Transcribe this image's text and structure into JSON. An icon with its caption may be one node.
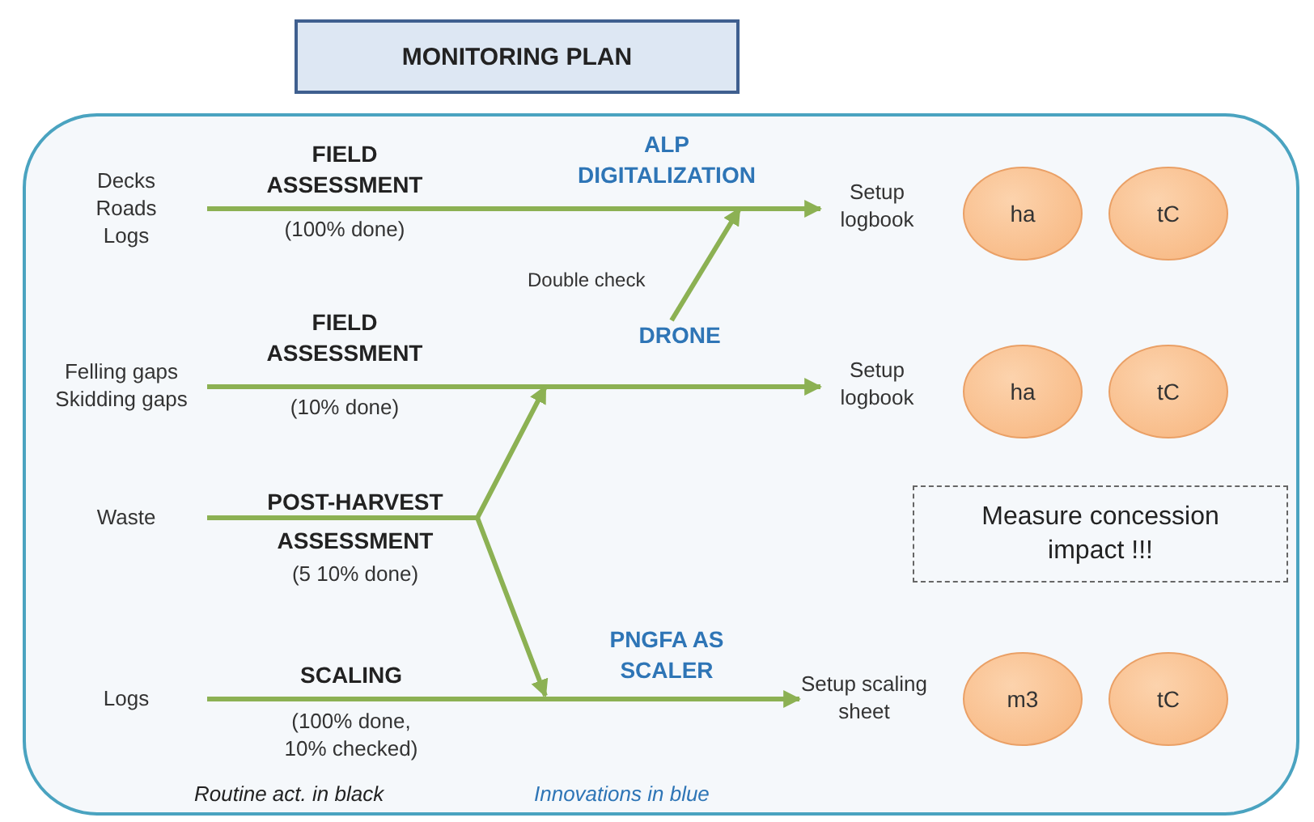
{
  "diagram": {
    "nodes": [
      {
        "text": [
          "MONITORING PLAN"
        ]
      },
      {
        "text": [],
        "shape": "box"
      },
      {
        "text": [
          "Decks Roads Logs"
        ],
        "in": 1
      },
      {
        "text": [
          "FIELD ASSESSMENT",
          "(100% done)"
        ],
        "in": 1
      },
      {
        "text": [
          "ALP DIGITALIZATION"
        ],
        "in": 1
      },
      {
        "text": [
          "Setup logbook"
        ],
        "in": 1
      },
      {
        "text": [
          "ha"
        ],
        "in": 1
      },
      {
        "text": [
          "tC"
        ],
        "in": 1
      },
      {
        "text": [
          "Felling gaps Skidding gaps"
        ],
        "in": 1
      },
      {
        "text": [
          "FIELD ASSESSMENT",
          "(10% done)"
        ],
        "in": 1
      },
      {
        "text": [
          "DRONE"
        ],
        "in": 1
      },
      {
        "text": [
          "Setup logbook"
        ],
        "in": 1
      },
      {
        "text": [
          "ha"
        ],
        "in": 1
      },
      {
        "text": [
          "tC"
        ],
        "in": 1
      },
      {
        "text": [
          "Waste"
        ],
        "in": 1
      },
      {
        "text": [
          "POST-HARVEST ASSESSMENT",
          "(5 10% done)"
        ],
        "in": 1
      },
      {
        "text": [
          "Measure concession impact !!!"
        ],
        "in": 1
      },
      {
        "text": [
          "Logs"
        ],
        "in": 1
      },
      {
        "text": [
          "SCALING",
          "(100% done, 10% checked)"
        ],
        "in": 1
      },
      {
        "text": [
          "PNGFA AS SCALER"
        ],
        "in": 1
      },
      {
        "text": [
          "Setup scaling sheet"
        ],
        "in": 1
      },
      {
        "text": [
          "m3"
        ],
        "in": 1
      },
      {
        "text": [
          "tC"
        ],
        "in": 1
      }
    ],
    "edges": [
      {
        "from": 2,
        "to": 5,
        "arrow": "to"
      },
      {
        "from": 8,
        "to": 11,
        "arrow": "to"
      },
      {
        "from": 10,
        "to": 4,
        "arrow": "to",
        "label": "Double check"
      },
      {
        "from": 14,
        "to": 10,
        "arrow": "to"
      },
      {
        "from": 14,
        "to": 19,
        "arrow": "to"
      },
      {
        "from": 17,
        "to": 20,
        "arrow": "to"
      }
    ],
    "labels": [
      "Routine act. in black",
      "Innovations in blue"
    ]
  }
}
